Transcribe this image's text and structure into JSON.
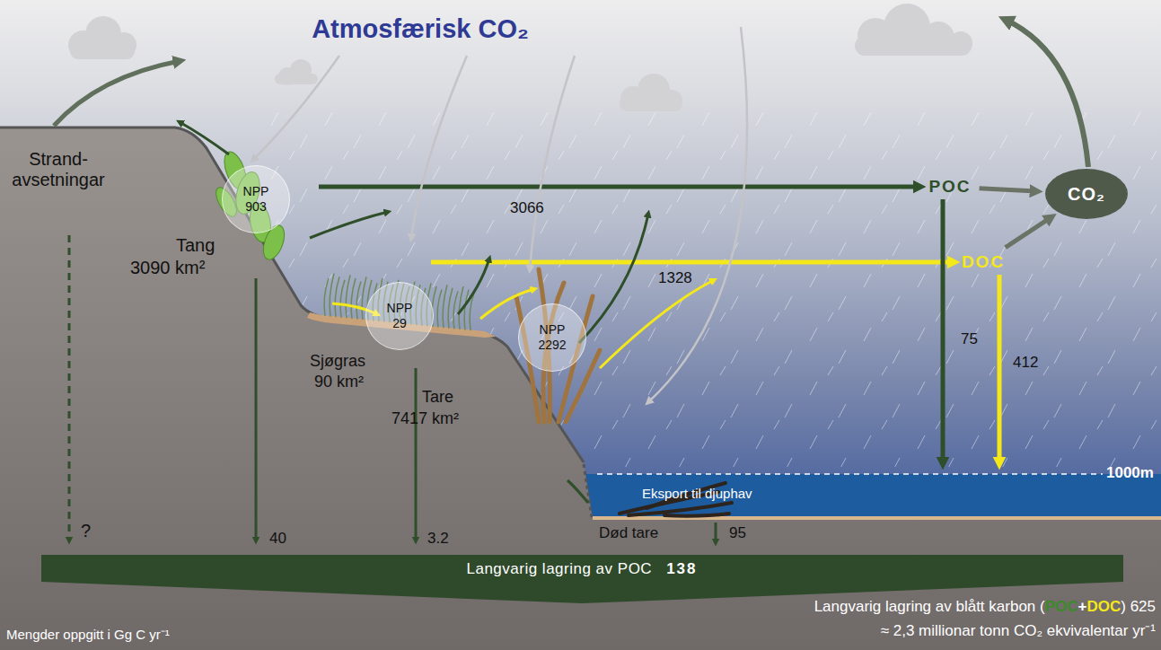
{
  "diagram": {
    "title": "Atmosfærisk CO₂",
    "nodes": [
      {
        "text": [
          "NPP 903"
        ]
      },
      {
        "text": [
          "NPP 29"
        ]
      },
      {
        "text": [
          "NPP 2292"
        ]
      },
      {
        "text": [
          "POC"
        ]
      },
      {
        "text": [
          "CO₂"
        ]
      },
      {
        "text": [
          "DOC"
        ]
      },
      {
        "text": [
          "Langvarig lagring av POC",
          "138"
        ]
      }
    ],
    "edges": [
      {
        "from": 3,
        "to": 4,
        "arrow": "to"
      },
      {
        "from": 5,
        "to": 4,
        "arrow": "to"
      }
    ],
    "labels": [
      "Strand- avsetningar",
      "Tang",
      "3090 km²",
      "Sjøgras",
      "90 km²",
      "Tare",
      "7417 km²",
      "3066",
      "1328",
      "75",
      "412",
      "1000m",
      "Eksport til djuphav",
      "Død tare",
      "95",
      "?",
      "40",
      "3.2",
      "Mengder oppgitt i Gg C yr⁻¹",
      "Langvarig lagring av blått karbon (",
      "POC",
      "+",
      "DOC",
      ") 625",
      "≈ 2,3 millionar tonn CO₂ ekvivalentar yr⁻¹"
    ]
  }
}
